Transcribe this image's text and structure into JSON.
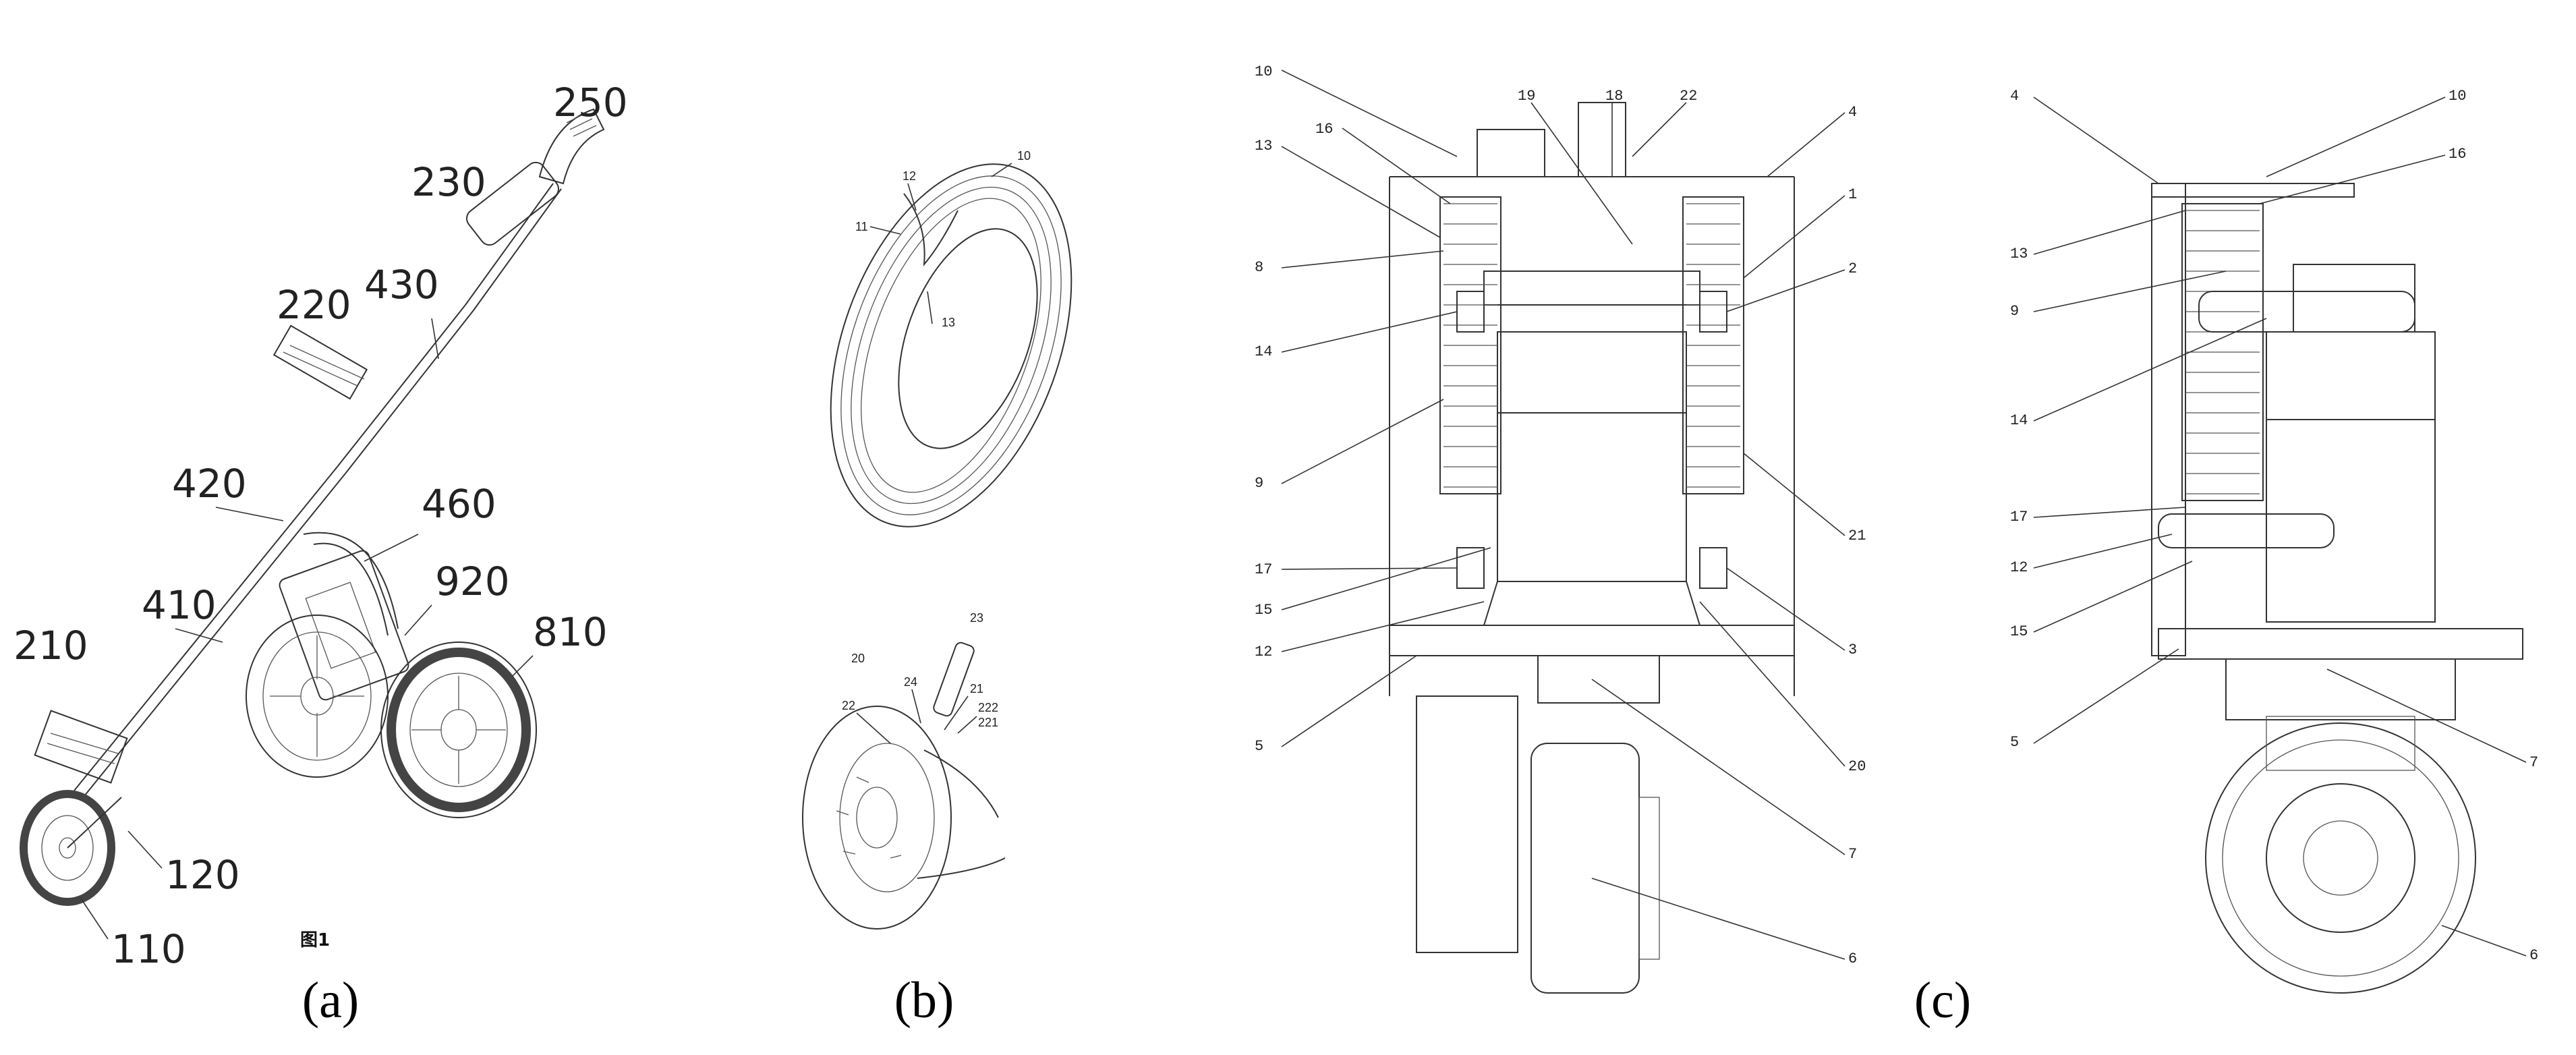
{
  "panels": {
    "a": {
      "caption": "(a)",
      "fig_title": "图1",
      "labels": [
        "250",
        "230",
        "220",
        "430",
        "420",
        "460",
        "410",
        "920",
        "810",
        "210",
        "120",
        "110"
      ]
    },
    "b": {
      "caption": "(b)",
      "tire_labels": [
        "10",
        "12",
        "11",
        "13"
      ],
      "rim_labels": [
        "23",
        "20",
        "24",
        "21",
        "22",
        "222",
        "221"
      ]
    },
    "c": {
      "caption": "(c)",
      "front_labels": [
        "10",
        "19",
        "18",
        "22",
        "4",
        "16",
        "13",
        "1",
        "8",
        "2",
        "14",
        "9",
        "21",
        "17",
        "15",
        "3",
        "12",
        "5",
        "20",
        "7",
        "6"
      ],
      "side_labels": [
        "4",
        "10",
        "16",
        "13",
        "9",
        "14",
        "17",
        "12",
        "15",
        "5",
        "7",
        "6"
      ]
    }
  }
}
